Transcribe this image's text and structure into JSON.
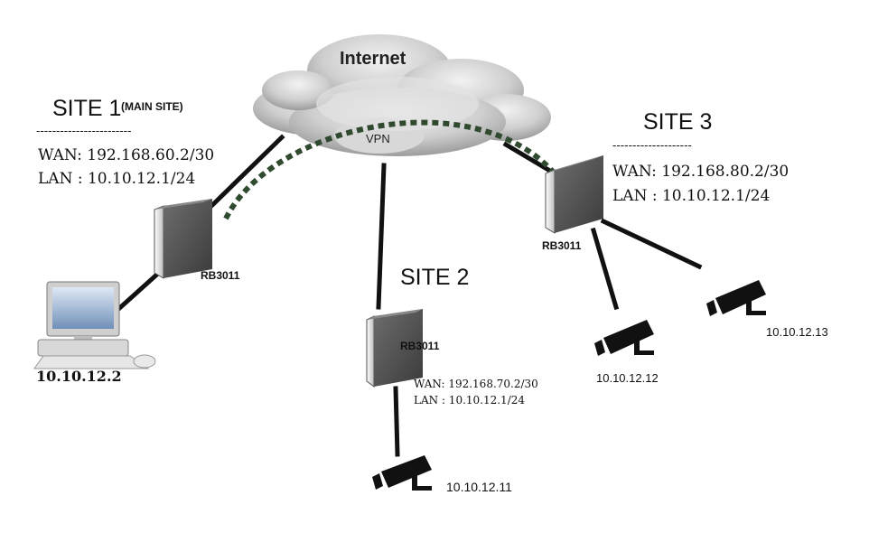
{
  "internet_label": "Internet",
  "vpn_label": "VPN",
  "router_model": "RB3011",
  "site1": {
    "title": "SITE 1",
    "tag": "(MAIN SITE)",
    "divider": "------------------------",
    "wan": "WAN: 192.168.60.2/30",
    "lan": "LAN : 10.10.12.1/24",
    "pc_ip": "10.10.12.2"
  },
  "site2": {
    "title": "SITE 2",
    "wan": "WAN: 192.168.70.2/30",
    "lan": "LAN : 10.10.12.1/24",
    "camera_ip": "10.10.12.11"
  },
  "site3": {
    "title": "SITE 3",
    "divider": "--------------------",
    "wan": "WAN: 192.168.80.2/30",
    "lan": "LAN : 10.10.12.1/24",
    "camera1_ip": "10.10.12.12",
    "camera2_ip": "10.10.12.13"
  },
  "colors": {
    "vpn_tunnel": "#2f4a2f",
    "cloud_fill": "#c9c9c9",
    "cloud_shade": "#9a9a9a",
    "router_body": "#5a5a5a",
    "router_face": "#e6e6e6",
    "link": "#111111"
  }
}
